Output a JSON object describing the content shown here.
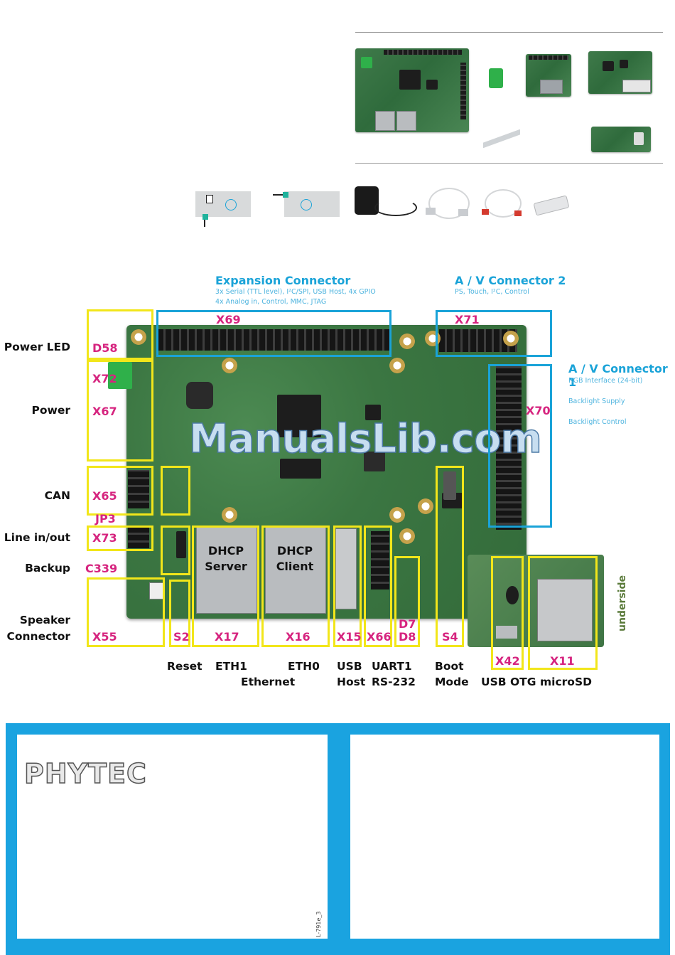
{
  "expansion": {
    "title": "Expansion Connector",
    "desc1": "3x Serial (TTL level), I²C/SPI, USB Host, 4x GPIO",
    "desc2": "4x Analog in, Control, MMC, JTAG"
  },
  "av2": {
    "title": "A / V Connector 2",
    "desc": "PS, Touch, I²C, Control"
  },
  "av1": {
    "title": "A / V Connector 1",
    "desc1": "RGB Interface (24-bit)",
    "desc2": "Backlight Supply",
    "desc3": "Backlight Control"
  },
  "refs": {
    "x69": "X69",
    "x71": "X71",
    "x70": "X70",
    "d58": "D58",
    "x72": "X72",
    "x67": "X67",
    "x65": "X65",
    "jp3": "JP3",
    "x73": "X73",
    "c339": "C339",
    "x55": "X55",
    "s2": "S2",
    "x17": "X17",
    "x16": "X16",
    "x15": "X15",
    "x66": "X66",
    "d7": "D7",
    "d8": "D8",
    "s4": "S4",
    "x42": "X42",
    "x11": "X11"
  },
  "left_labels": {
    "power_led": "Power LED",
    "power": "Power",
    "can": "CAN",
    "line": "Line in/out",
    "backup": "Backup",
    "speaker1": "Speaker",
    "speaker2": "Connector"
  },
  "dhcp": {
    "server1": "DHCP",
    "server2": "Server",
    "client1": "DHCP",
    "client2": "Client"
  },
  "bottom_labels": {
    "reset": "Reset",
    "eth1": "ETH1",
    "eth0": "ETH0",
    "ethernet": "Ethernet",
    "usb": "USB",
    "host": "Host",
    "uart1": "UART1",
    "rs232": "RS-232",
    "boot": "Boot",
    "mode": "Mode",
    "usb_otg": "USB OTG",
    "microsd": "microSD"
  },
  "underside": "underside",
  "watermark": "ManualsLib.com",
  "logo": "PHYTEC",
  "doc_id": "L-791e_3",
  "colors": {
    "accent_blue": "#1aa3e0",
    "highlight_yellow": "#f2e61a",
    "ref_magenta": "#d6247f"
  }
}
